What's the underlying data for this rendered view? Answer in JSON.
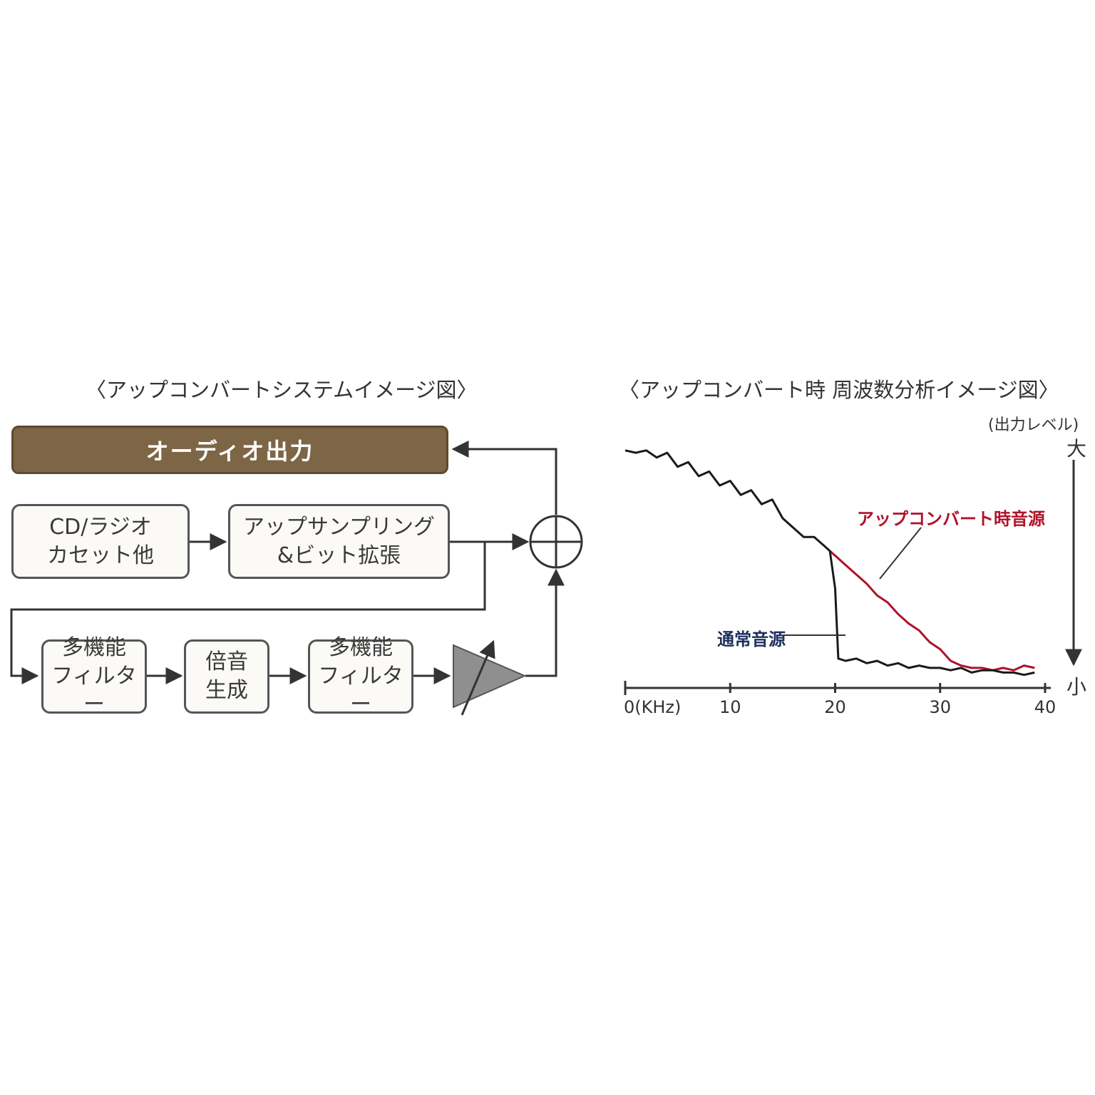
{
  "left_diagram": {
    "title": "〈アップコンバートシステムイメージ図〉",
    "audio_output": "オーディオ出力",
    "source": {
      "line1": "CD/ラジオ",
      "line2": "カセット他"
    },
    "upsampling": {
      "line1": "アップサンプリング",
      "line2": "&ビット拡張"
    },
    "filter1": {
      "line1": "多機能",
      "line2": "フィルター"
    },
    "harmonic": {
      "line1": "倍音",
      "line2": "生成"
    },
    "filter2": {
      "line1": "多機能",
      "line2": "フィルター"
    }
  },
  "right_chart": {
    "title": "〈アップコンバート時 周波数分析イメージ図〉",
    "y_axis_label": "(出力レベル)",
    "y_high": "大",
    "y_low": "小",
    "normal_label": "通常音源",
    "upconvert_label": "アップコンバート時音源",
    "colors": {
      "normal": "#1a1a1a",
      "upconvert": "#b0122a",
      "normal_label": "#1c2f5c",
      "upconvert_label": "#b0122a"
    }
  },
  "chart_data": {
    "type": "line",
    "xlabel": "0(KHz)",
    "x_ticks": [
      "0(KHz)",
      "10",
      "20",
      "30",
      "40"
    ],
    "xlim": [
      0,
      40
    ],
    "ylim": [
      0,
      100
    ],
    "series": [
      {
        "name": "通常音源",
        "x": [
          0,
          1,
          2,
          3,
          4,
          5,
          6,
          7,
          8,
          9,
          10,
          11,
          12,
          13,
          14,
          15,
          16,
          17,
          18,
          19,
          19.5,
          20,
          20.3,
          21,
          22,
          23,
          24,
          25,
          26,
          27,
          28,
          29,
          30,
          31,
          32,
          33,
          34,
          35,
          36,
          37,
          38,
          39
        ],
        "y": [
          97,
          96,
          97,
          94,
          96,
          90,
          92,
          86,
          88,
          82,
          84,
          78,
          80,
          74,
          76,
          68,
          64,
          60,
          60,
          56,
          54,
          38,
          8,
          7,
          8,
          6,
          7,
          5,
          6,
          4,
          5,
          4,
          4,
          3,
          4,
          2,
          3,
          3,
          2,
          2,
          1,
          2
        ]
      },
      {
        "name": "アップコンバート時音源",
        "x": [
          19.5,
          20,
          21,
          22,
          23,
          24,
          25,
          26,
          27,
          28,
          29,
          30,
          31,
          32,
          33,
          34,
          35,
          36,
          37,
          38,
          39
        ],
        "y": [
          54,
          52,
          48,
          44,
          40,
          35,
          32,
          27,
          23,
          20,
          15,
          12,
          7,
          5,
          4,
          4,
          3,
          4,
          3,
          5,
          4
        ]
      }
    ]
  }
}
